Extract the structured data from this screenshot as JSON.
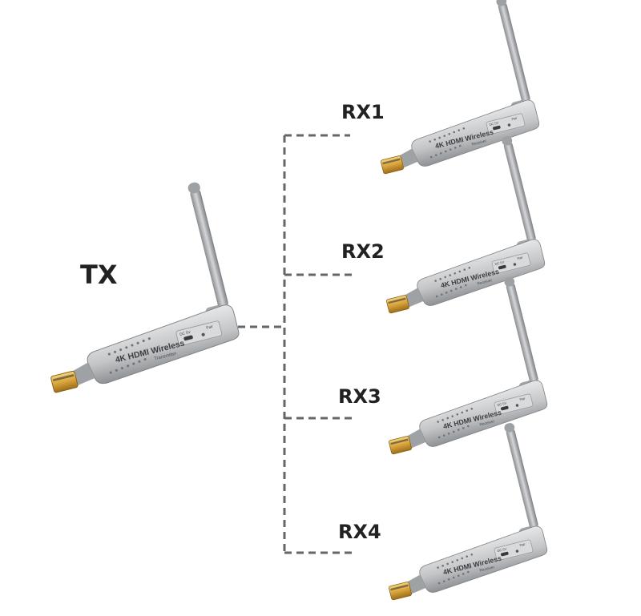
{
  "transmitter": {
    "label": "TX",
    "body_text": "4K HDMI Wireless",
    "sub_text": "Transmitter",
    "port_text": "DC 5V",
    "pair_text": "Pair"
  },
  "receivers": [
    {
      "label": "RX1",
      "body_text": "4K HDMI Wireless",
      "sub_text": "Receiver",
      "port_text": "DC 5V",
      "pair_text": "Pair"
    },
    {
      "label": "RX2",
      "body_text": "4K HDMI Wireless",
      "sub_text": "Receiver",
      "port_text": "DC 5V",
      "pair_text": "Pair"
    },
    {
      "label": "RX3",
      "body_text": "4K HDMI Wireless",
      "sub_text": "Receiver",
      "port_text": "DC 5V",
      "pair_text": "Pair"
    },
    {
      "label": "RX4",
      "body_text": "4K HDMI Wireless",
      "sub_text": "Receiver",
      "port_text": "DC 5V",
      "pair_text": "Pair"
    }
  ],
  "colors": {
    "connector_line": "#666666",
    "device_body": "#c9cacb",
    "hdmi_gold": "#d9a43a",
    "label": "#222222"
  }
}
